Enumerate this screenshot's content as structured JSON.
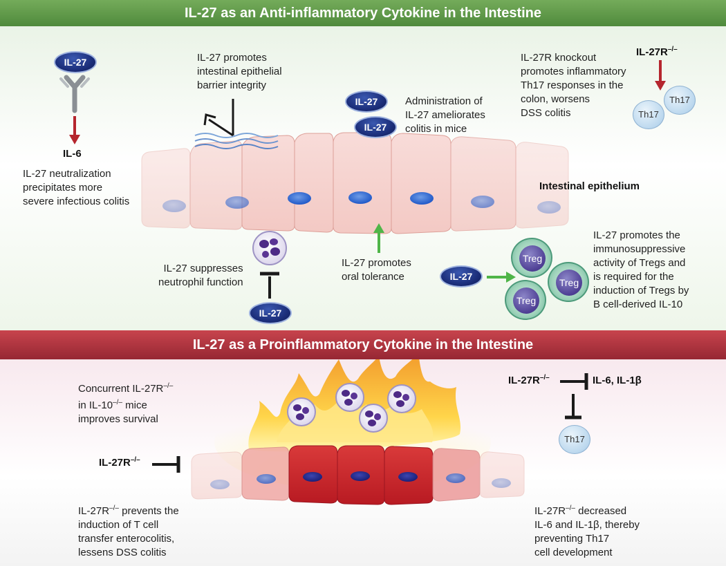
{
  "banners": {
    "top": "IL-27 as an Anti-inflammatory Cytokine in the Intestine",
    "bottom": "IL-27 as a Proinflammatory Cytokine in the Intestine"
  },
  "top": {
    "il27_pill": "IL-27",
    "il6_label": "IL-6",
    "neutralization_text": [
      "IL-27 neutralization",
      "precipitates more",
      "severe infectious colitis"
    ],
    "barrier_text": [
      "IL-27 promotes",
      "intestinal epithelial",
      "barrier integrity"
    ],
    "administration_text": [
      "Administration of",
      "IL-27 ameliorates",
      "colitis in mice"
    ],
    "knockout_text": [
      "IL-27R knockout",
      "promotes inflammatory",
      "Th17 responses in the",
      "colon, worsens",
      "DSS colitis"
    ],
    "il27r_label": "IL-27R",
    "il27r_sup": "–/–",
    "th17": "Th17",
    "epithelium_label": "Intestinal epithelium",
    "neutrophil_text": [
      "IL-27 suppresses",
      "neutrophil function"
    ],
    "tolerance_text": [
      "IL-27 promotes",
      "oral tolerance"
    ],
    "treg_text": [
      "IL-27 promotes the",
      "immunosuppressive",
      "activity of Tregs and",
      "is required for the",
      "induction of Tregs by",
      "B cell-derived IL-10"
    ],
    "treg": "Treg"
  },
  "bottom": {
    "concurrent_text_a": "Concurrent IL-27R",
    "concurrent_sup": "–/–",
    "concurrent_text_b": [
      "in IL-10",
      "–/–",
      " mice"
    ],
    "concurrent_text_c": "improves survival",
    "il27r_label": "IL-27R",
    "il27r_sup": "–/–",
    "il6_il1b": "IL-6, IL-1β",
    "th17": "Th17",
    "prevents_a": "IL-27R",
    "prevents_sup": "–/–",
    "prevents_b": " prevents the",
    "prevents_rest": [
      "induction of T cell",
      "transfer enterocolitis,",
      "lessens DSS colitis"
    ],
    "decreased_a": "IL-27R",
    "decreased_sup": "–/–",
    "decreased_b": " decreased",
    "decreased_rest": [
      "IL-6 and IL-1β, thereby",
      "preventing Th17",
      "cell development"
    ]
  },
  "colors": {
    "green_banner": "#5a963f",
    "red_banner": "#ab2f3b",
    "arrow_red": "#b5262e",
    "arrow_green": "#4fb548",
    "pill_navy": "#1a2c77"
  }
}
